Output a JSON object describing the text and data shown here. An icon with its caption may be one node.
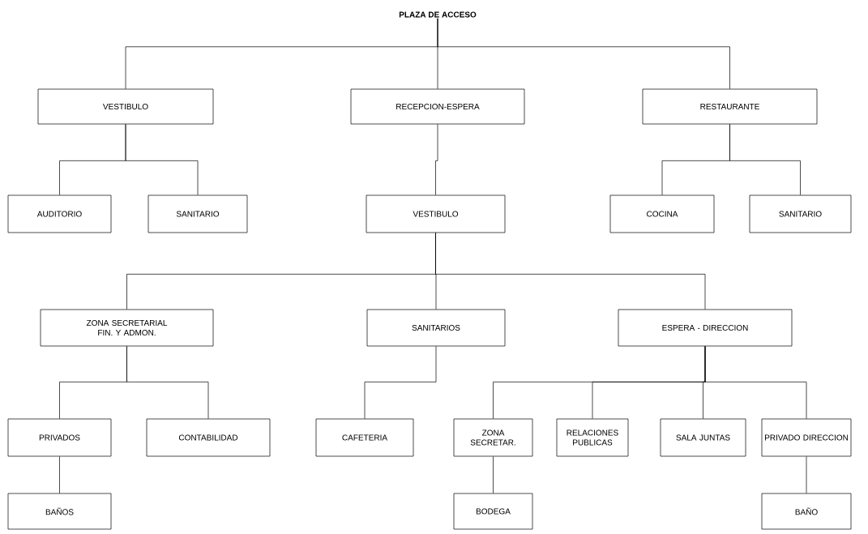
{
  "diagram": {
    "nodes": [
      {
        "text": [
          "PLAZA DE ACCESO"
        ]
      },
      {
        "text": [
          "VESTIBULO"
        ]
      },
      {
        "text": [
          "RECEPCION-ESPERA"
        ]
      },
      {
        "text": [
          "RESTAURANTE"
        ]
      },
      {
        "text": [
          "AUDITORIO"
        ]
      },
      {
        "text": [
          "SANITARIO"
        ]
      },
      {
        "text": [
          "VESTIBULO"
        ]
      },
      {
        "text": [
          "COCINA"
        ]
      },
      {
        "text": [
          "SANITARIO"
        ]
      },
      {
        "text": [
          "ZONA SECRETARIAL FIN. Y ADMON."
        ]
      },
      {
        "text": [
          "SANITARIOS"
        ]
      },
      {
        "text": [
          "ESPERA - DIRECCION"
        ]
      },
      {
        "text": [
          "PRIVADOS"
        ]
      },
      {
        "text": [
          "CONTABILIDAD"
        ]
      },
      {
        "text": [
          "CAFETERIA"
        ]
      },
      {
        "text": [
          "ZONA SECRETAR."
        ]
      },
      {
        "text": [
          "RELACIONES PUBLICAS"
        ]
      },
      {
        "text": [
          "SALA JUNTAS"
        ]
      },
      {
        "text": [
          "PRIVADO DIRECCION"
        ]
      },
      {
        "text": [
          "BAÑOS"
        ]
      },
      {
        "text": [
          "BODEGA"
        ]
      },
      {
        "text": [
          "BAÑO"
        ]
      }
    ],
    "edges": [
      {
        "from": 0,
        "to": 1,
        "arrow": "none"
      },
      {
        "from": 0,
        "to": 2,
        "arrow": "none"
      },
      {
        "from": 0,
        "to": 3,
        "arrow": "none"
      },
      {
        "from": 1,
        "to": 4,
        "arrow": "none"
      },
      {
        "from": 1,
        "to": 5,
        "arrow": "none"
      },
      {
        "from": 2,
        "to": 6,
        "arrow": "none"
      },
      {
        "from": 3,
        "to": 7,
        "arrow": "none"
      },
      {
        "from": 3,
        "to": 8,
        "arrow": "none"
      },
      {
        "from": 6,
        "to": 9,
        "arrow": "none"
      },
      {
        "from": 6,
        "to": 10,
        "arrow": "none"
      },
      {
        "from": 6,
        "to": 11,
        "arrow": "none"
      },
      {
        "from": 9,
        "to": 12,
        "arrow": "none"
      },
      {
        "from": 9,
        "to": 13,
        "arrow": "none"
      },
      {
        "from": 10,
        "to": 14,
        "arrow": "none"
      },
      {
        "from": 11,
        "to": 15,
        "arrow": "none"
      },
      {
        "from": 11,
        "to": 16,
        "arrow": "none"
      },
      {
        "from": 11,
        "to": 17,
        "arrow": "none"
      },
      {
        "from": 11,
        "to": 18,
        "arrow": "none"
      },
      {
        "from": 12,
        "to": 19,
        "arrow": "none"
      },
      {
        "from": 15,
        "to": 20,
        "arrow": "none"
      },
      {
        "from": 18,
        "to": 21,
        "arrow": "none"
      }
    ]
  }
}
